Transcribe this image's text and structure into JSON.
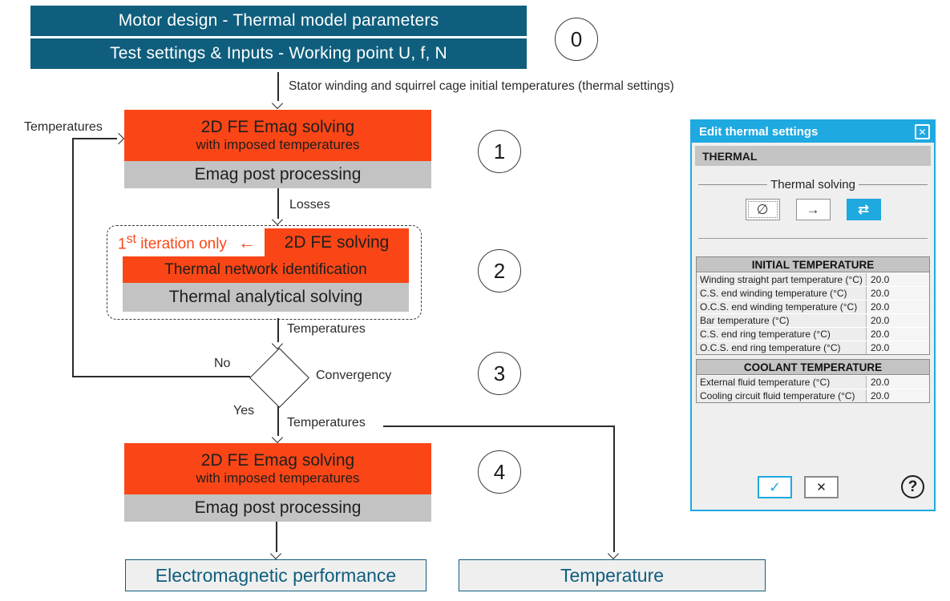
{
  "palette": {
    "teal": "#0F5E7D",
    "orange": "#FA4616",
    "cyan": "#1FA9E1",
    "band_gray": "#C3C3C3",
    "output_bg": "#EFEFEF"
  },
  "flow": {
    "banners": [
      {
        "label": "Motor design - Thermal model parameters"
      },
      {
        "label": "Test settings & Inputs - Working point U, f, N"
      }
    ],
    "badges": [
      "0",
      "1",
      "2",
      "3",
      "4"
    ],
    "initial_label": "Stator winding and squirrel cage initial temperatures (thermal settings)",
    "loop_label": "Temperatures",
    "step1": {
      "title": "2D FE Emag solving",
      "subtitle": "with imposed temperatures",
      "post": "Emag post processing"
    },
    "losses_label": "Losses",
    "step2": {
      "note_num": "1",
      "note_sup": "st",
      "note_text": "iteration only",
      "note_arrow": "←",
      "solving": "2D FE solving",
      "identification": "Thermal network identification",
      "analytical": "Thermal analytical solving"
    },
    "mid_label": "Temperatures",
    "decision": {
      "no": "No",
      "label": "Convergency",
      "yes": "Yes"
    },
    "out_label": "Temperatures",
    "step4": {
      "title": "2D FE Emag solving",
      "subtitle": "with imposed temperatures",
      "post": "Emag post processing"
    },
    "outputs": [
      {
        "label": "Electromagnetic performance"
      },
      {
        "label": "Temperature"
      }
    ]
  },
  "dialog": {
    "title": "Edit thermal settings",
    "close_icon": "✕",
    "section": "THERMAL",
    "group": "Thermal solving",
    "solvers": [
      {
        "name": "no-thermal-solving",
        "icon": "∅"
      },
      {
        "name": "one-way-solving",
        "icon": "→"
      },
      {
        "name": "iterative-two-way-solving",
        "icon": "⇄"
      }
    ],
    "tables": [
      {
        "header": "INITIAL TEMPERATURE",
        "rows": [
          {
            "label": "Winding straight part temperature (°C)",
            "value": "20.0"
          },
          {
            "label": "C.S. end winding temperature (°C)",
            "value": "20.0"
          },
          {
            "label": "O.C.S. end winding temperature (°C)",
            "value": "20.0"
          },
          {
            "label": "Bar temperature (°C)",
            "value": "20.0"
          },
          {
            "label": "C.S. end ring temperature (°C)",
            "value": "20.0"
          },
          {
            "label": "O.C.S. end ring temperature (°C)",
            "value": "20.0"
          }
        ]
      },
      {
        "header": "COOLANT TEMPERATURE",
        "rows": [
          {
            "label": "External fluid temperature (°C)",
            "value": "20.0"
          },
          {
            "label": "Cooling circuit fluid temperature (°C)",
            "value": "20.0"
          }
        ]
      }
    ],
    "ok_icon": "✓",
    "cancel_icon": "✕",
    "help_icon": "?"
  }
}
